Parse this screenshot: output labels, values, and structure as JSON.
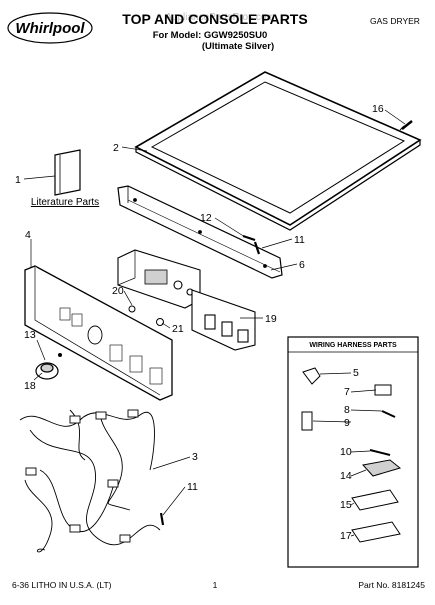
{
  "header": {
    "brand": "Whirlpool",
    "title": "TOP AND CONSOLE PARTS",
    "model_line": "For Model: GGW9250SU0",
    "model_subline": "(Ultimate Silver)",
    "category": "GAS DRYER",
    "watermark": "AppliancePartsPros.com"
  },
  "callouts": {
    "c1": "1",
    "c2": "2",
    "c3": "3",
    "c4": "4",
    "c5": "5",
    "c6": "6",
    "c7": "7",
    "c8": "8",
    "c9": "9",
    "c10": "10",
    "c11a": "11",
    "c11b": "11",
    "c12": "12",
    "c13": "13",
    "c14": "14",
    "c15": "15",
    "c16": "16",
    "c17": "17",
    "c18": "18",
    "c19": "19",
    "c20": "20",
    "c21": "21"
  },
  "literature_label": "Literature Parts",
  "wiring_box_title": "WIRING HARNESS PARTS",
  "footer": {
    "left": "6-36 LITHO IN U.S.A. (LT)",
    "center": "1",
    "right": "Part No. 8181245"
  },
  "colors": {
    "line": "#000000",
    "paper": "#ffffff",
    "shade": "#d0d0d0"
  }
}
